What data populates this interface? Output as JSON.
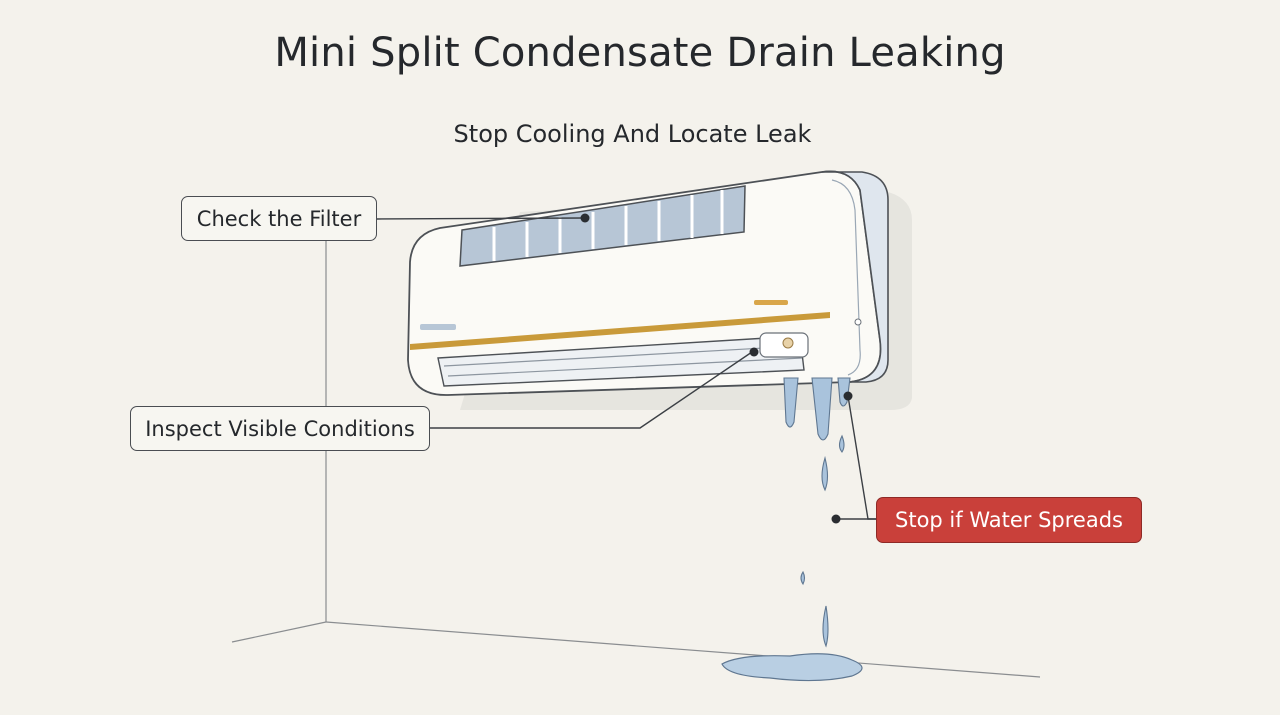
{
  "header": {
    "title": "Mini Split Condensate Drain Leaking",
    "subtitle": "Stop Cooling And Locate Leak"
  },
  "callouts": {
    "filter": "Check the Filter",
    "inspect": "Inspect Visible Conditions",
    "stop": "Stop if Water Spreads"
  },
  "colors": {
    "background": "#f4f2ec",
    "accent_stripe": "#c99a3a",
    "warning": "#c9403a",
    "water": "#a9c3dc"
  }
}
